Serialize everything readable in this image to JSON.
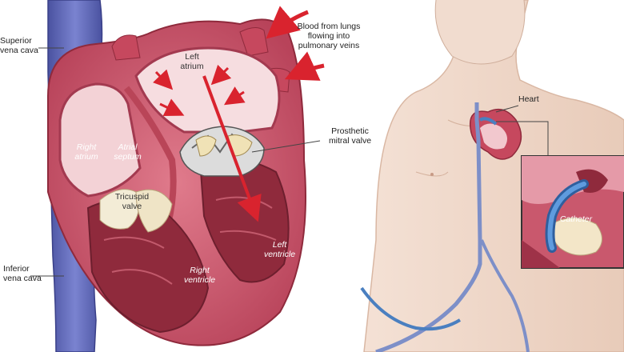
{
  "labels": {
    "superior_vena_cava": "Superior\nvena cava",
    "blood_from_lungs": "Blood from lungs\nflowing into\npulmonary veins",
    "left_atrium": "Left\natrium",
    "right_atrium": "Right\natrium",
    "atrial_septum": "Atrial\nseptum",
    "prosthetic_mitral_valve": "Prosthetic\nmitral valve",
    "tricuspid_valve": "Tricuspid\nvalve",
    "left_ventricle": "Left\nventricle",
    "right_ventricle": "Right\nventricle",
    "inferior_vena_cava": "Inferior\nvena cava",
    "heart": "Heart",
    "catheter": "Catheter"
  },
  "colors": {
    "vena_cava": "#5f68b8",
    "heart_outer": "#c8546a",
    "heart_inner": "#f3d2d6",
    "muscle": "#b94558",
    "arrow": "#d9232e",
    "skin": "#efd6c7",
    "catheter": "#4a7fc0"
  }
}
